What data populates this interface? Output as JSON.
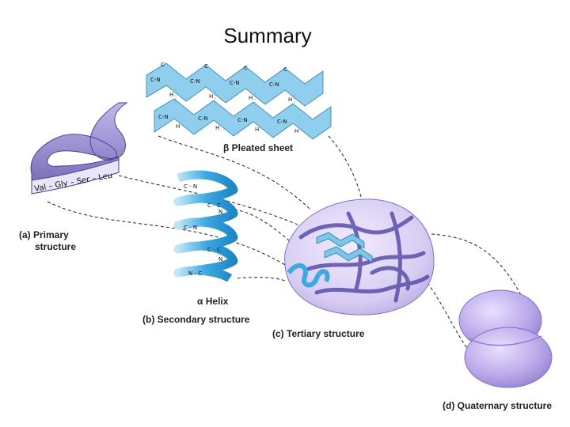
{
  "slide": {
    "title": "Summary"
  },
  "labels": {
    "pleated_sheet_symbol": "β",
    "pleated_sheet": "Pleated sheet",
    "primary_line1": "(a) Primary",
    "primary_line2": "structure",
    "helix_symbol": "α",
    "helix": "Helix",
    "secondary": "(b) Secondary structure",
    "tertiary": "(c) Tertiary structure",
    "quaternary": "(d) Quaternary structure"
  },
  "primary_sequence": {
    "residue_1": "Val",
    "residue_2": "Gly",
    "residue_3": "Ser",
    "residue_4": "Leu"
  },
  "colors": {
    "ribbon": "#9b8fd0",
    "ribbon_dark": "#6f62b0",
    "sheet_blue": "#7cc6ea",
    "helix_blue": "#3ea8e0",
    "subunit": "#b9a9e6"
  }
}
